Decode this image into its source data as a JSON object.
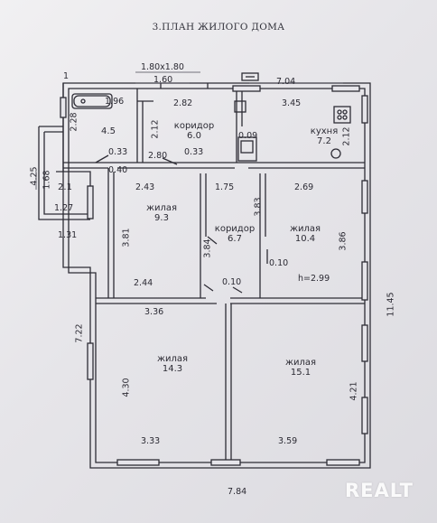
{
  "title": "3.ПЛАН ЖИЛОГО ДОМА",
  "rooms": {
    "kitchen": {
      "name": "кухня",
      "area": "7.2"
    },
    "corridor_top": {
      "name": "коридор",
      "area": "6.0"
    },
    "corridor_mid": {
      "name": "коридор",
      "area": "6.7"
    },
    "bath": {
      "area": "4.5"
    },
    "toilet": {
      "area": "2.1"
    },
    "living_1": {
      "name": "жилая",
      "area": "9.3"
    },
    "living_2": {
      "name": "жилая",
      "area": "10.4"
    },
    "living_3": {
      "name": "жилая",
      "area": "14.3"
    },
    "living_4": {
      "name": "жилая",
      "area": "15.1"
    }
  },
  "dims": {
    "top_1_80": "1.80x1.80",
    "top_1_60": "1.60",
    "top_7_04": "7.04",
    "top_1": "1",
    "d_1_96": "1.96",
    "d_2_82": "2.82",
    "d_3_45": "3.45",
    "d_2_28": "2.28",
    "d_2_12a": "2.12",
    "d_2_12b": "2.12",
    "d_0_09": "0.09",
    "d_0_33a": "0.33",
    "d_0_33b": "0.33",
    "d_2_80": "2.80",
    "d_0_40": "0.40",
    "d_4_25": "4.25",
    "d_1_68": "1.68",
    "d_1_27": "1.27",
    "d_1_31": "1.31",
    "d_2_43": "2.43",
    "d_1_75": "1.75",
    "d_2_69": "2.69",
    "d_3_83": "3.83",
    "d_3_81": "3.81",
    "d_3_84": "3.84",
    "d_3_86": "3.86",
    "d_0_10a": "0.10",
    "d_0_10b": "0.10",
    "d_2_44": "2.44",
    "d_h": "h=2.99",
    "d_11_45": "11.45",
    "d_7_22": "7.22",
    "d_3_36": "3.36",
    "d_4_30": "4.30",
    "d_4_21": "4.21",
    "d_3_33": "3.33",
    "d_3_59": "3.59",
    "d_7_84": "7.84"
  },
  "watermark": "REALT"
}
